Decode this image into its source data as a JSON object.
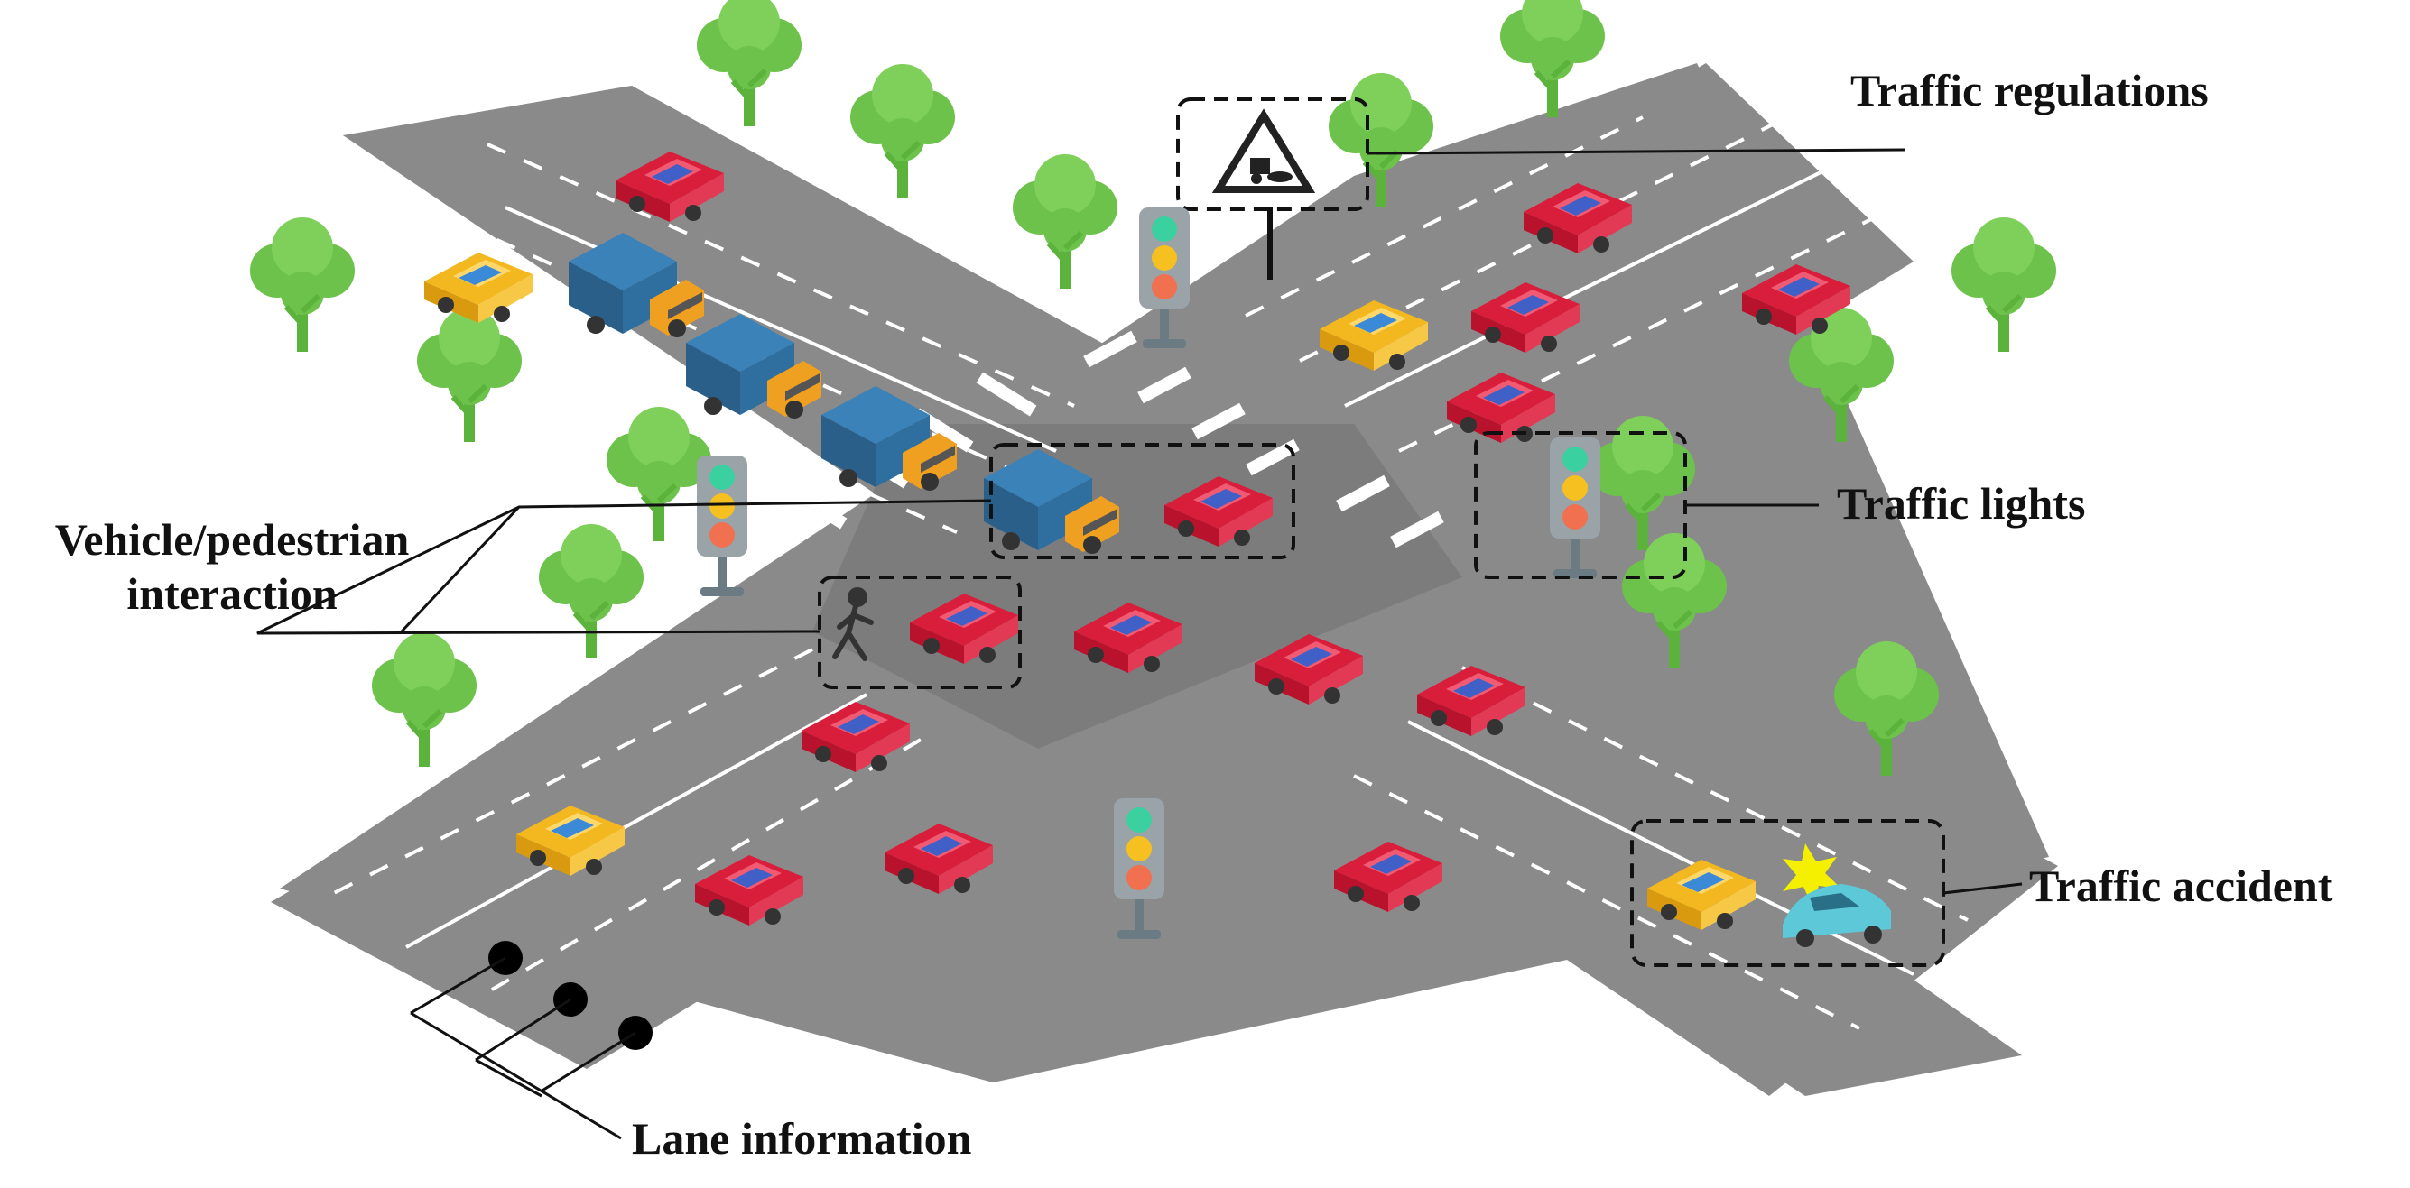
{
  "labels": {
    "traffic_regulations": "Traffic regulations",
    "traffic_lights": "Traffic lights",
    "traffic_accident": "Traffic accident",
    "lane_information": "Lane information",
    "interaction_line1": "Vehicle/pedestrian",
    "interaction_line2": "interaction"
  },
  "colors": {
    "road": "#8a8a8a",
    "lane_marking": "#ffffff",
    "tree": "#6cc24a",
    "red_car": "#d81e3a",
    "yellow_car": "#f3b81f",
    "truck_cargo": "#2f6f9f",
    "truck_cab": "#f0a020",
    "accident_car": "#5cc8d8",
    "callout_line": "#111111"
  },
  "icons": {
    "regulation_sign": "warning-triangle-sign-icon",
    "traffic_light": "traffic-light-icon",
    "pedestrian": "walking-pedestrian-icon",
    "collision": "collision-star-icon",
    "tree": "tree-icon",
    "lane_marker": "lane-dot-icon"
  }
}
